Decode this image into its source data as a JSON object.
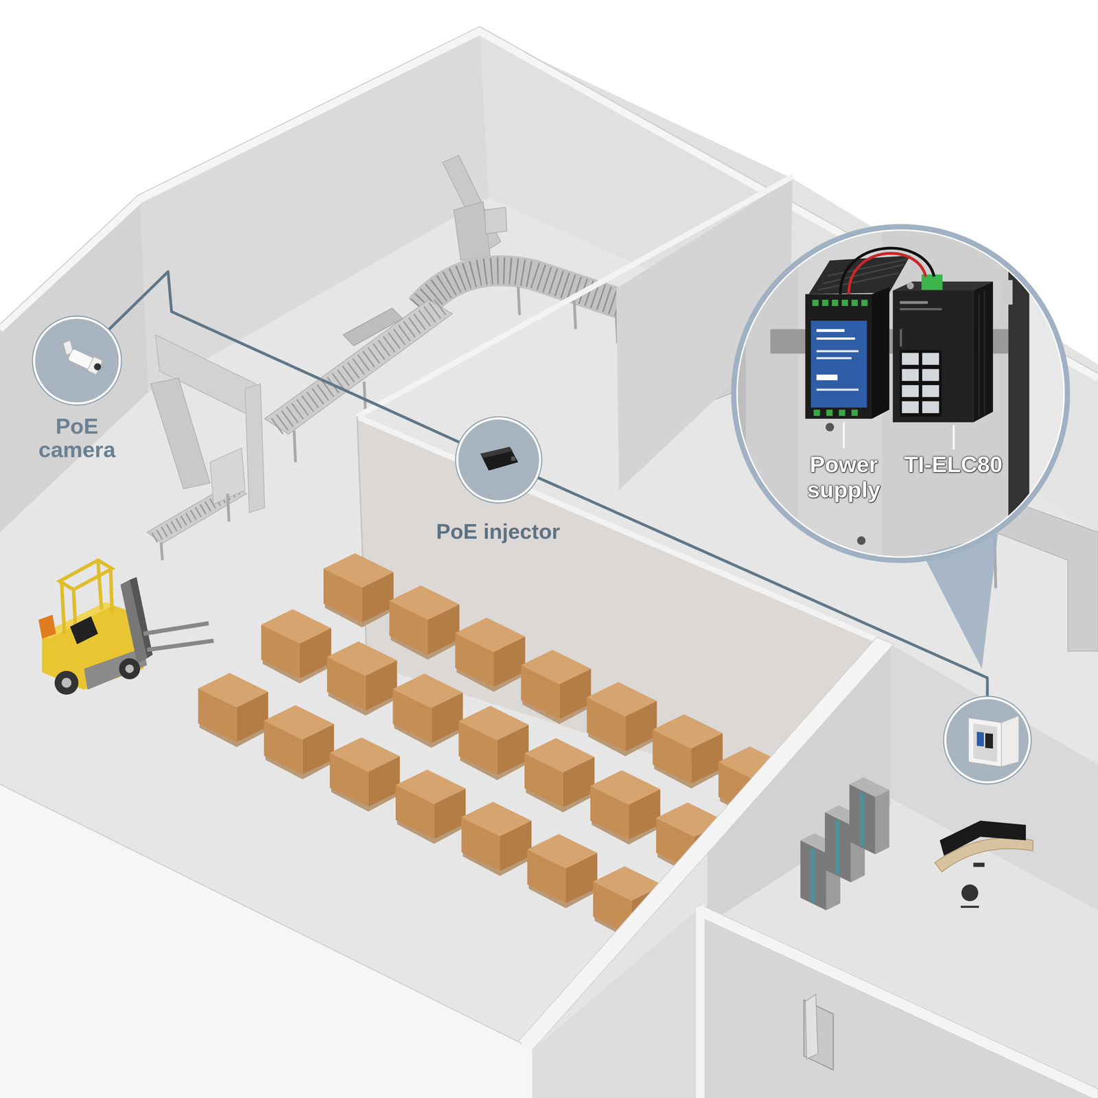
{
  "diagram": {
    "nodes": [
      {
        "text": [
          "PoE camera"
        ]
      },
      {
        "text": [
          "PoE injector"
        ]
      },
      {
        "text": [
          "Power supply",
          "TI-ELC80"
        ]
      }
    ],
    "edges": [
      {
        "from": 0,
        "to": 1,
        "arrow": "none"
      },
      {
        "from": 1,
        "to": 2,
        "arrow": "none"
      }
    ]
  }
}
